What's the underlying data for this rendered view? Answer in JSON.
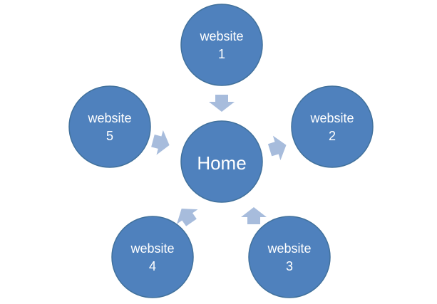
{
  "diagram": {
    "center": {
      "label": "Home"
    },
    "nodes": [
      {
        "line1": "website",
        "line2": "1"
      },
      {
        "line1": "website",
        "line2": "2"
      },
      {
        "line1": "website",
        "line2": "3"
      },
      {
        "line1": "website",
        "line2": "4"
      },
      {
        "line1": "website",
        "line2": "5"
      }
    ]
  },
  "colors": {
    "node_fill": "#4f81bd",
    "node_stroke": "#41719c",
    "arrow_fill": "#a7bcdc"
  }
}
